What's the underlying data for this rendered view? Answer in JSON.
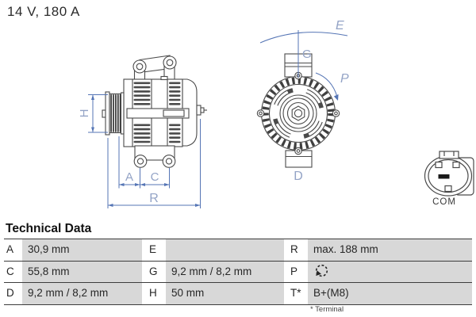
{
  "header": {
    "rating": "14 V, 180 A"
  },
  "diagrams": {
    "side_view": {
      "dim_h": "H",
      "dim_a": "A",
      "dim_c": "C",
      "dim_r": "R"
    },
    "front_view": {
      "dim_e": "E",
      "dim_g": "G",
      "dim_p": "P",
      "dim_d": "D"
    },
    "connector": {
      "label": "COM"
    }
  },
  "technical_data": {
    "title": "Technical Data",
    "rows": [
      {
        "cells": [
          {
            "key": "A",
            "value": "30,9 mm"
          },
          {
            "key": "E",
            "value": ""
          },
          {
            "key": "R",
            "value": "max. 188 mm"
          }
        ]
      },
      {
        "cells": [
          {
            "key": "C",
            "value": "55,8 mm"
          },
          {
            "key": "G",
            "value": "9,2 mm / 8,2 mm"
          },
          {
            "key": "P",
            "value": "",
            "icon": "rotation-direction"
          }
        ]
      },
      {
        "cells": [
          {
            "key": "D",
            "value": "9,2 mm / 8,2 mm"
          },
          {
            "key": "H",
            "value": "50 mm"
          },
          {
            "key": "T*",
            "value": "B+(M8)"
          }
        ]
      }
    ],
    "footnote": "* Terminal"
  },
  "colors": {
    "outline": "#4a4a4a",
    "dimension_line": "#5575b5",
    "dimension_label": "#93a3c6",
    "table_cell_bg": "#d8d8d8",
    "table_rule": "#3c3c3c",
    "text": "#262626"
  }
}
